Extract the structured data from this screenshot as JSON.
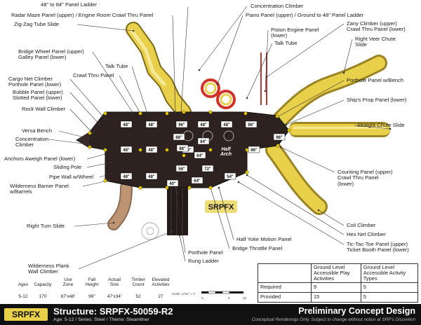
{
  "labels_left": [
    {
      "id": "panel-ladder-48-84",
      "text": "48\" to 84\" Panel Ladder"
    },
    {
      "id": "radar-maze",
      "text": "Radar Maze Panel (upper) / Engine Room Crawl Thru Panel"
    },
    {
      "id": "zigzag-slide",
      "text": "Zig-Zag Tube Slide"
    },
    {
      "id": "bridge-wheel",
      "text": "Bridge Wheel Panel (upper)\nGalley Panel (lower)"
    },
    {
      "id": "talk-tube-left",
      "text": "Talk Tube"
    },
    {
      "id": "crawl-thru",
      "text": "Crawl Thru Panel"
    },
    {
      "id": "cargo-net",
      "text": "Cargo Net Climber\nPorthole Panel (lower)"
    },
    {
      "id": "bubble-panel",
      "text": "Bubble Panel (upper)\nSlotted Panel (lower)"
    },
    {
      "id": "rock-wall",
      "text": "Rock Wall Climber"
    },
    {
      "id": "versa-bench",
      "text": "Versa Bench"
    },
    {
      "id": "concentration-left",
      "text": "Concentration\nClimber"
    },
    {
      "id": "anchors-aweigh",
      "text": "Anchors Aweigh Panel (lower)"
    },
    {
      "id": "sliding-pole",
      "text": "Sliding Pole"
    },
    {
      "id": "pipe-wall",
      "text": "Pipe Wall w/Wheel"
    },
    {
      "id": "wilderness-barrier",
      "text": "Wilderness Barrier Panel\nw/Barrels"
    },
    {
      "id": "right-turn-slide",
      "text": "Right Turn Slide"
    },
    {
      "id": "wilderness-plank",
      "text": "Wilderness Plank\nWall Climber"
    }
  ],
  "labels_right": [
    {
      "id": "concentration-top",
      "text": "Concentration Climber"
    },
    {
      "id": "piano-panel",
      "text": "Piano Panel (upper) / Ground to 48\" Panel Ladder"
    },
    {
      "id": "piston-engine",
      "text": "Piston Engine Panel\n(lower)"
    },
    {
      "id": "talk-tube-right",
      "text": "Talk Tube"
    },
    {
      "id": "zany-climber",
      "text": "Zany Climber (upper)\nCrawl Thru Panel (lower)"
    },
    {
      "id": "right-veer",
      "text": "Right Veer Chute\nSlide"
    },
    {
      "id": "porthole-bench",
      "text": "Porthole Panel w/Bench"
    },
    {
      "id": "ships-prop",
      "text": "Ship's Prop Panel (lower)"
    },
    {
      "id": "straight-chute",
      "text": "Straight Chute Slide"
    },
    {
      "id": "counting-panel",
      "text": "Counting Panel (upper)\nCrawl Thru Panel\n(lower)"
    },
    {
      "id": "coil-climber",
      "text": "Coil Climber"
    },
    {
      "id": "hex-net",
      "text": "Hex Net Climber"
    },
    {
      "id": "tic-tac-toe",
      "text": "Tic-Tac-Toe Panel (upper)\nTicket Booth Panel (lower)"
    },
    {
      "id": "half-yoke",
      "text": "Half Yoke Motion Panel"
    },
    {
      "id": "porthole-bottom",
      "text": "Porthole Panel"
    },
    {
      "id": "throttle",
      "text": "Bridge Throttle Panel"
    },
    {
      "id": "rung-ladder",
      "text": "Rung Ladder"
    }
  ],
  "deck_heights": [
    {
      "id": "h1",
      "text": "48\""
    },
    {
      "id": "h2",
      "text": "48\""
    },
    {
      "id": "h3",
      "text": "48\""
    },
    {
      "id": "h4",
      "text": "48\""
    },
    {
      "id": "h5",
      "text": "96\""
    },
    {
      "id": "h6",
      "text": "48\""
    },
    {
      "id": "h7",
      "text": "48\""
    },
    {
      "id": "h8",
      "text": "96\""
    },
    {
      "id": "h9",
      "text": "88\""
    },
    {
      "id": "h10",
      "text": "84\""
    },
    {
      "id": "h11",
      "text": "80\""
    },
    {
      "id": "h12",
      "text": "88\""
    },
    {
      "id": "h13",
      "text": "96\""
    },
    {
      "id": "h14",
      "text": "96\""
    },
    {
      "id": "h15",
      "text": "48\""
    },
    {
      "id": "h16",
      "text": "48\""
    },
    {
      "id": "h17",
      "text": "40\""
    },
    {
      "id": "h18",
      "text": "56\""
    },
    {
      "id": "h19",
      "text": "64\""
    },
    {
      "id": "h20",
      "text": "72\""
    },
    {
      "id": "h21",
      "text": "64\""
    },
    {
      "id": "h22",
      "text": "54\""
    }
  ],
  "half_arch": "Half\nArch",
  "accessibility": {
    "col1": "Ground Level\nAccessible Play\nActivities",
    "col2": "Ground Level\nAccessible Activity\nTypes",
    "rows": [
      {
        "label": "Required",
        "a": "9",
        "b": "5"
      },
      {
        "label": "Provided",
        "a": "15",
        "b": "5"
      }
    ]
  },
  "stats": [
    {
      "head": "Ages",
      "value": "5-12"
    },
    {
      "head": "Capacity",
      "value": "170"
    },
    {
      "head": "Use\nZone",
      "value": "67'x48'"
    },
    {
      "head": "Fall\nHeight",
      "value": "96\""
    },
    {
      "head": "Actual\nSize",
      "value": "47'x34'"
    },
    {
      "head": "Timber\nCount",
      "value": "52"
    },
    {
      "head": "Elevated\nActivities",
      "value": "27"
    }
  ],
  "scale": {
    "label": "Scale: 1/16\" = 1'",
    "marks": [
      "0",
      "5",
      "10"
    ]
  },
  "footer": {
    "logo": "SRPFX",
    "structure": "Structure: SRPFX-50059-R2",
    "subtitle": "Age: 5-12 / Series: Steel / Theme: Steamliner",
    "title": "Preliminary Concept Design",
    "disclaimer": "Conceptual Renderings Only. Subject to change without notice at SRP's Discretion"
  },
  "colors": {
    "deck": "#2e2220",
    "slide": "#e8d04a",
    "slide_dark": "#a8902a",
    "post": "#e0c400",
    "red": "#d0332a",
    "tan": "#bd9474",
    "line": "#333333"
  }
}
